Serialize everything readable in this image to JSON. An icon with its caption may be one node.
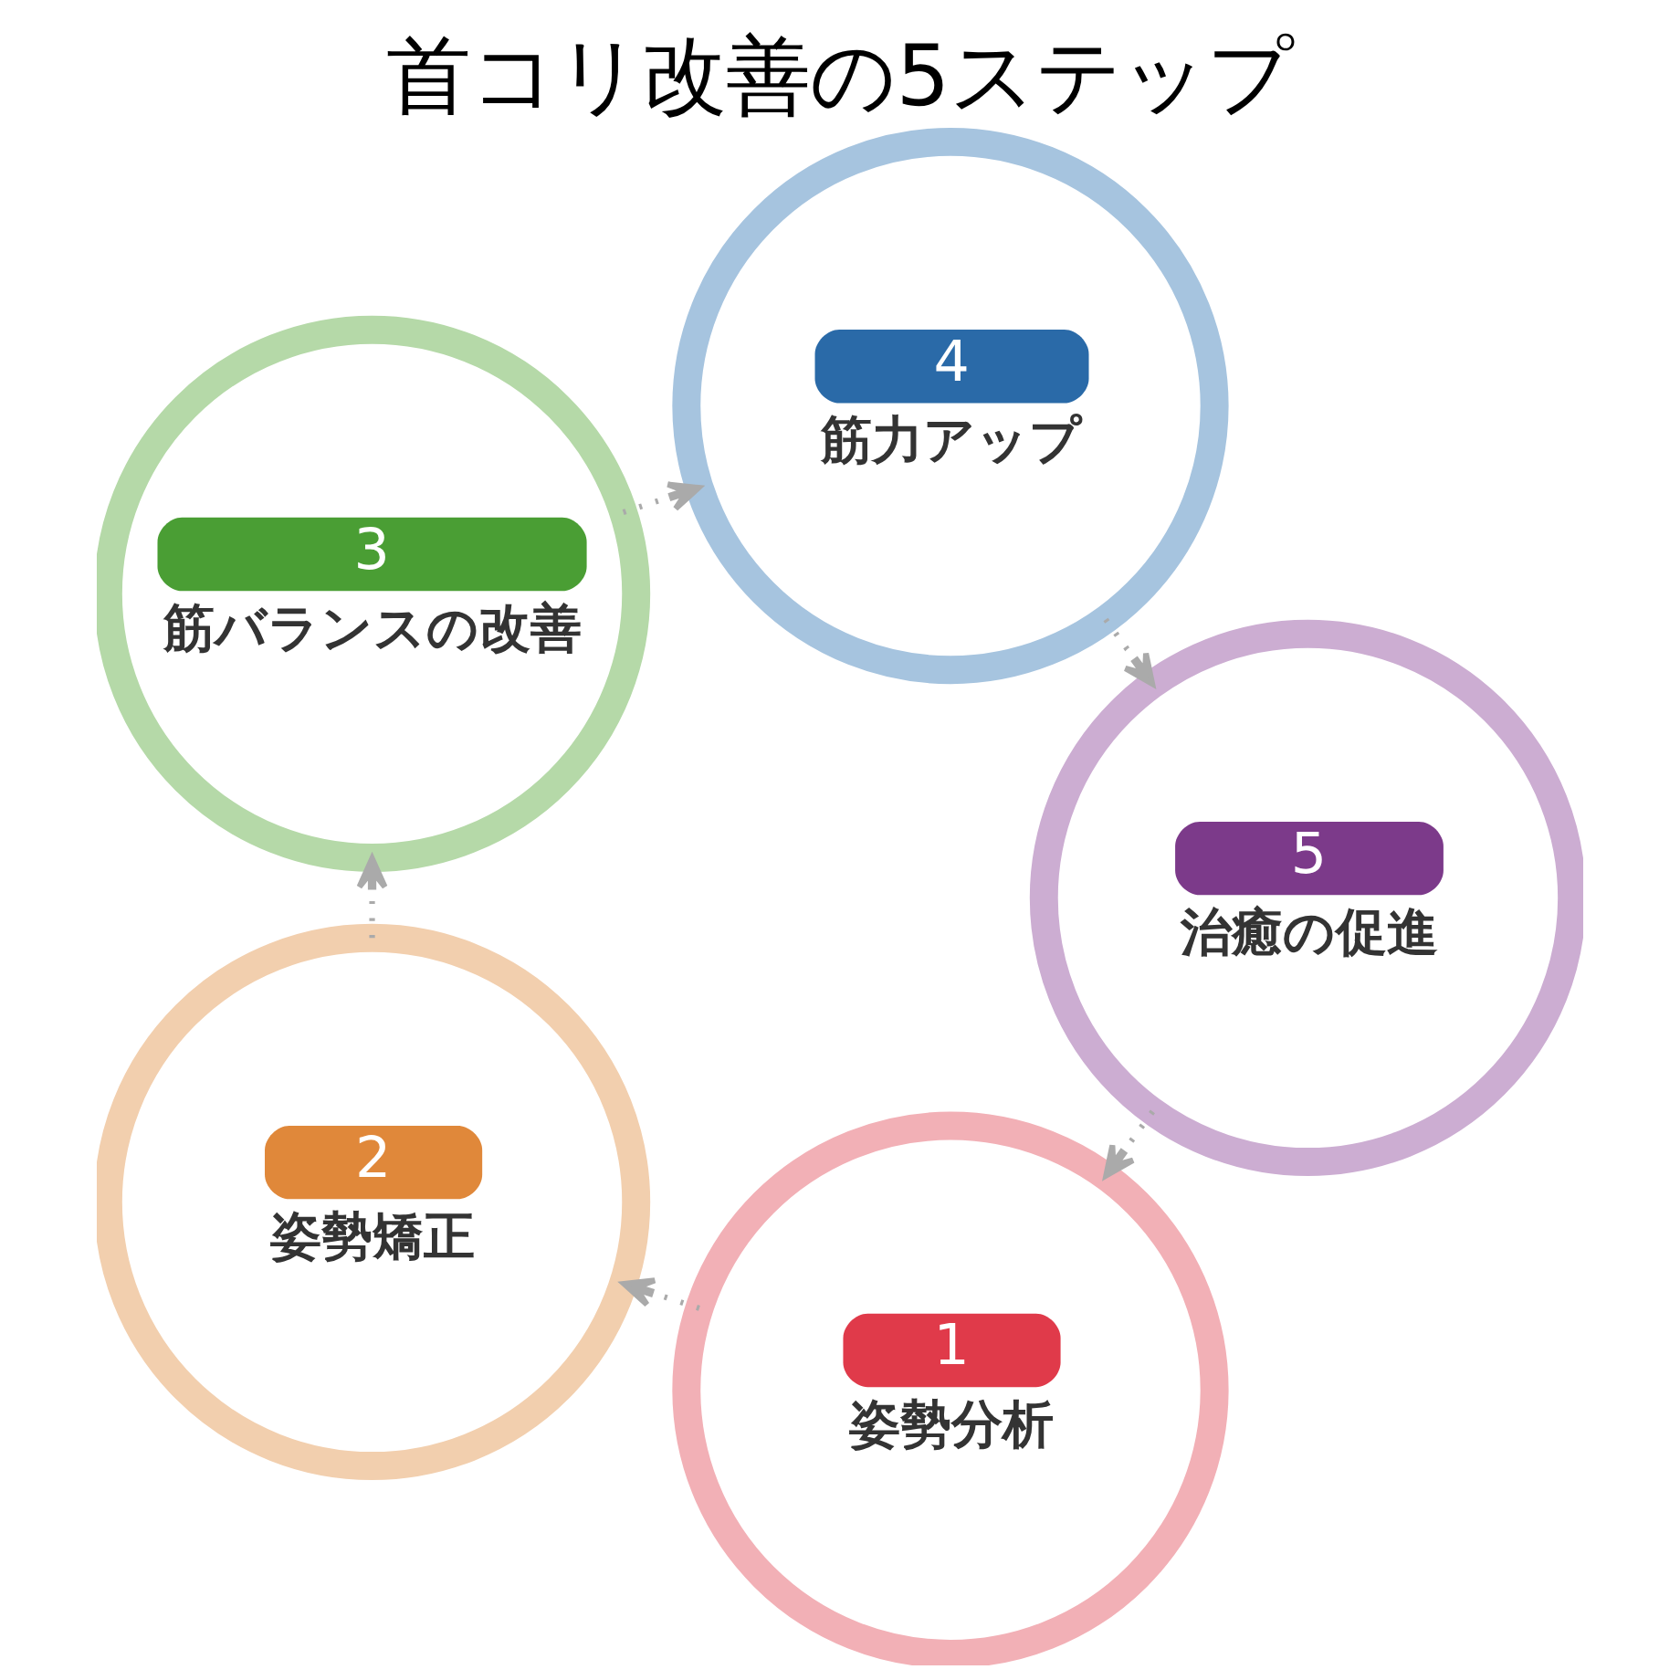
{
  "diagram": {
    "title": "首コリ改善の5ステップ",
    "nodes": [
      {
        "text": [
          "1",
          "姿勢分析"
        ]
      },
      {
        "text": [
          "2",
          "姿勢矯正"
        ]
      },
      {
        "text": [
          "3",
          "筋バランスの改善"
        ]
      },
      {
        "text": [
          "4",
          "筋力アップ"
        ]
      },
      {
        "text": [
          "5",
          "治癒の促進"
        ]
      }
    ],
    "edges": [
      {
        "from": 0,
        "to": 1,
        "arrow": "to",
        "style": "dashed"
      },
      {
        "from": 1,
        "to": 2,
        "arrow": "to",
        "style": "dashed"
      },
      {
        "from": 2,
        "to": 3,
        "arrow": "to",
        "style": "dashed"
      },
      {
        "from": 3,
        "to": 4,
        "arrow": "to",
        "style": "dashed"
      },
      {
        "from": 4,
        "to": 0,
        "arrow": "to",
        "style": "dashed"
      }
    ]
  }
}
